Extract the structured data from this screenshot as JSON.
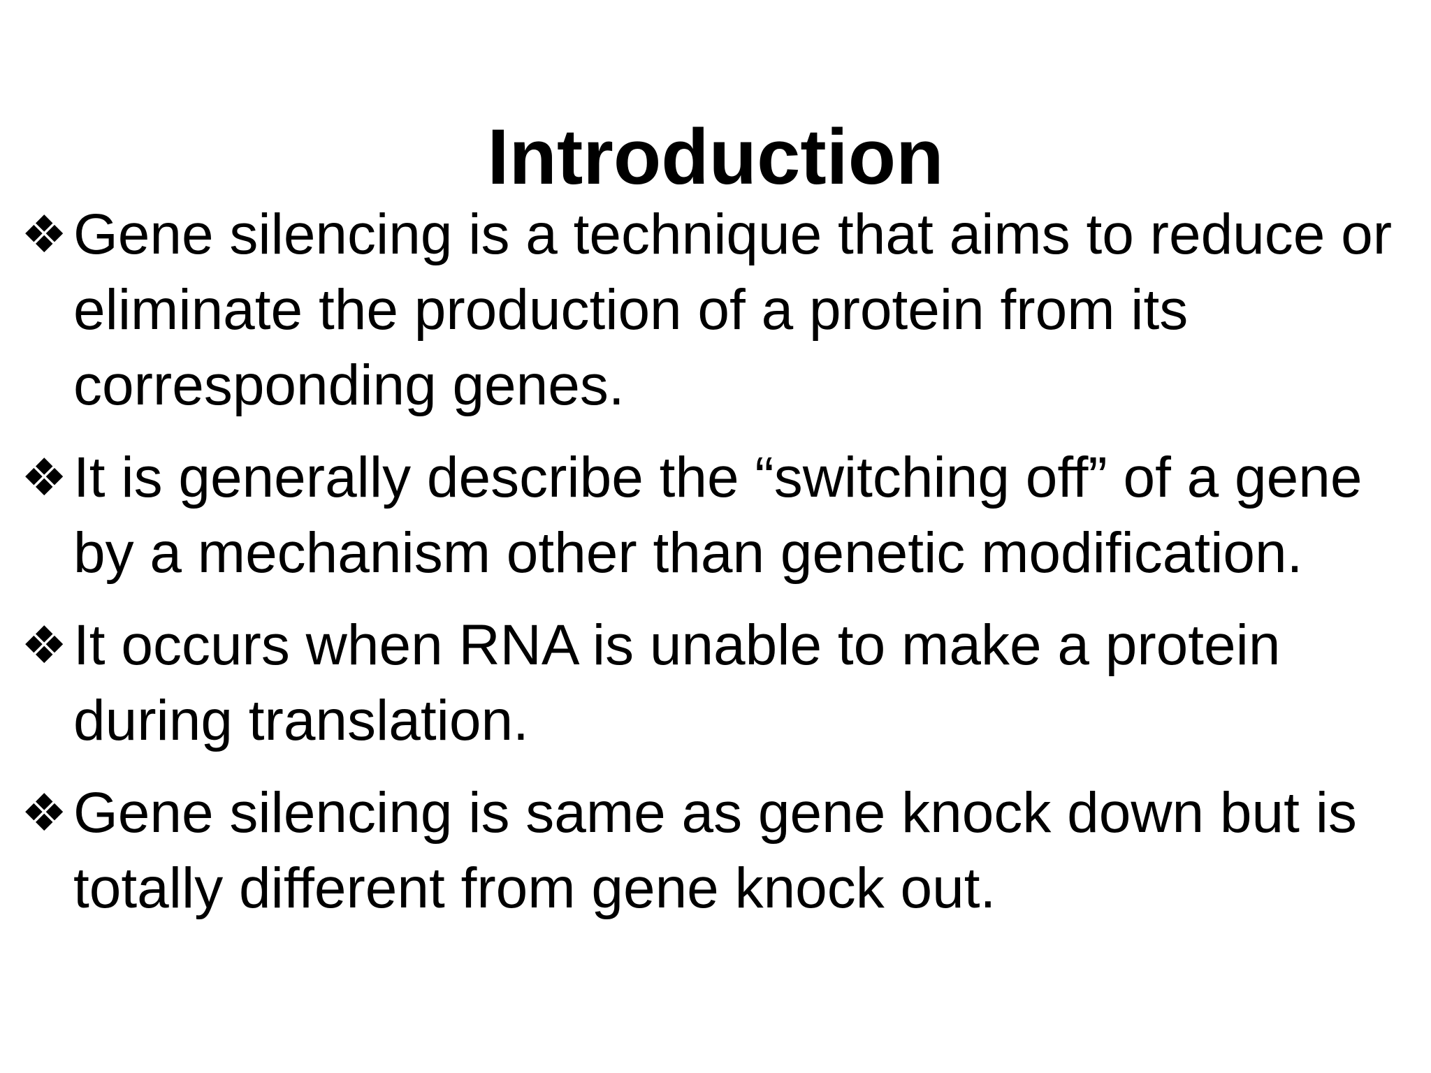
{
  "slide": {
    "background_color": "#ffffff",
    "text_color": "#000000",
    "title": "Introduction",
    "bullet_char": "❖",
    "bullets": [
      {
        "lines": [
          "Gene silencing is a technique that aims to reduce or",
          "eliminate the production of a protein from its",
          "corresponding genes."
        ]
      },
      {
        "lines": [
          "It is generally describe the “switching off” of a gene",
          "by a mechanism other than genetic modification."
        ]
      },
      {
        "lines": [
          "It occurs when RNA is unable to make a protein",
          "during translation."
        ]
      },
      {
        "lines": [
          "Gene silencing is same as gene knock down but is",
          "totally different from gene knock out."
        ]
      }
    ]
  }
}
